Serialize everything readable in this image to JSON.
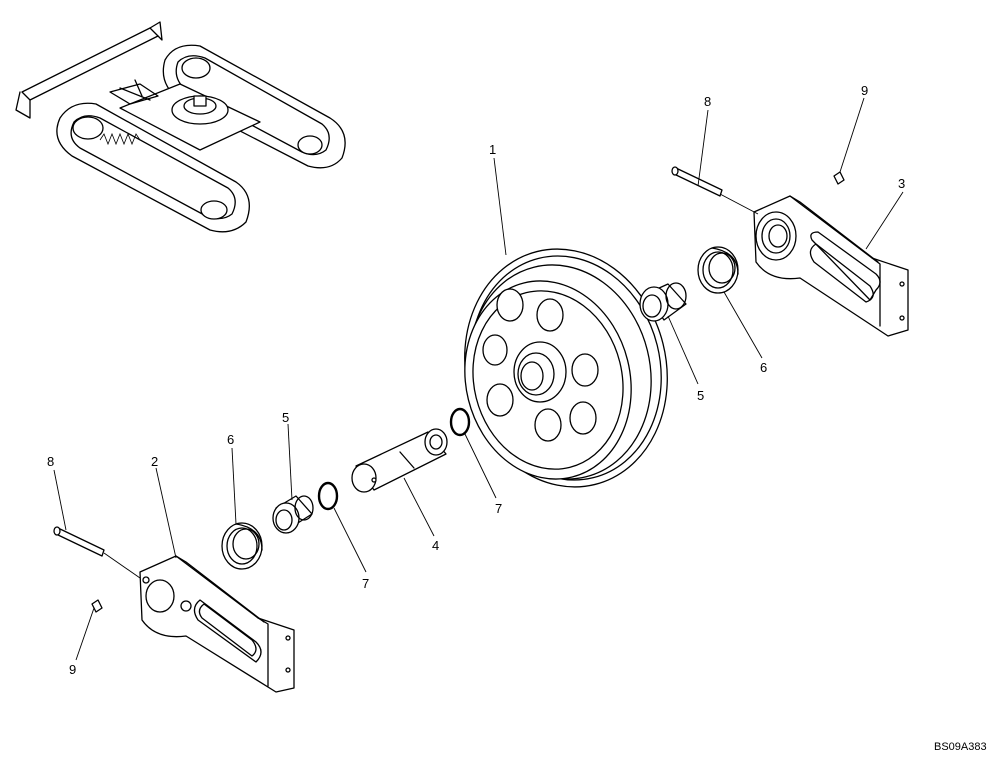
{
  "figure": {
    "reference_code": "BS09A383",
    "inset_name": "undercarriage-overview"
  },
  "callouts": {
    "c1": "1",
    "c2": "2",
    "c3": "3",
    "c4": "4",
    "c5_upper": "5",
    "c5_lower": "5",
    "c6_upper": "6",
    "c6_lower": "6",
    "c7_upper": "7",
    "c7_lower": "7",
    "c8_upper": "8",
    "c8_lower": "8",
    "c9_upper": "9",
    "c9_lower": "9"
  },
  "parts": [
    {
      "number": "1",
      "name": "idler-wheel"
    },
    {
      "number": "2",
      "name": "idler-bracket-left"
    },
    {
      "number": "3",
      "name": "idler-bracket-right"
    },
    {
      "number": "4",
      "name": "idler-shaft"
    },
    {
      "number": "5",
      "name": "bushing"
    },
    {
      "number": "6",
      "name": "seal"
    },
    {
      "number": "7",
      "name": "o-ring"
    },
    {
      "number": "8",
      "name": "pin"
    },
    {
      "number": "9",
      "name": "plug"
    }
  ]
}
